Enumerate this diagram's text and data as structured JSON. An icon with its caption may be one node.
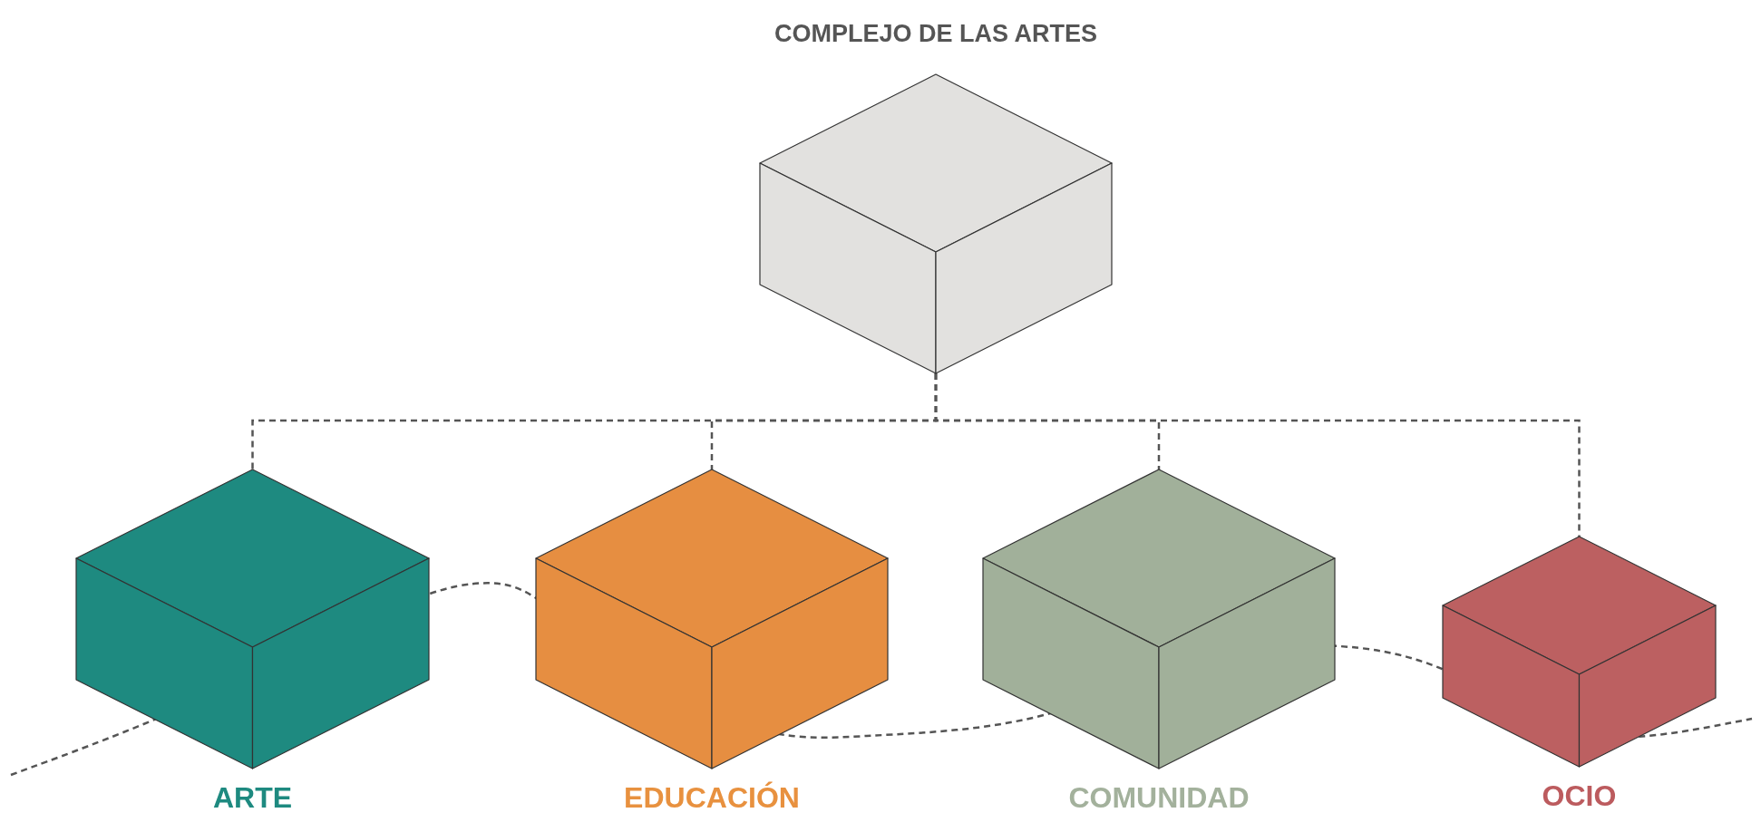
{
  "diagram": {
    "nodes": [
      {
        "text": [
          "COMPLEJO DE LAS ARTES"
        ]
      },
      {
        "text": [
          "ARTE"
        ]
      },
      {
        "text": [
          "EDUCACIÓN"
        ]
      },
      {
        "text": [
          "COMUNIDAD"
        ]
      },
      {
        "text": [
          "OCIO"
        ]
      }
    ],
    "edges": [
      {
        "from": 0,
        "to": 1,
        "arrow": "none",
        "style": "dashed"
      },
      {
        "from": 0,
        "to": 2,
        "arrow": "none",
        "style": "dashed"
      },
      {
        "from": 0,
        "to": 3,
        "arrow": "none",
        "style": "dashed"
      },
      {
        "from": 0,
        "to": 4,
        "arrow": "none",
        "style": "dashed"
      }
    ]
  }
}
